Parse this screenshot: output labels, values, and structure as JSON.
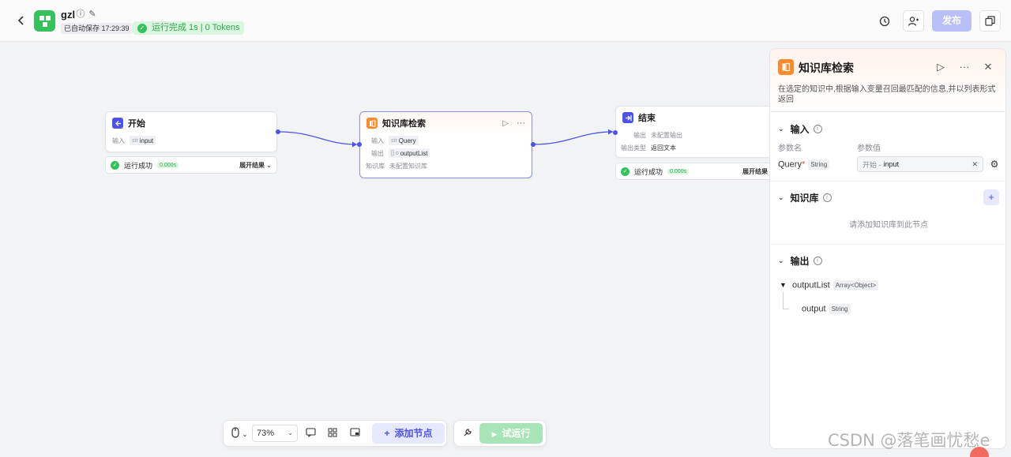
{
  "header": {
    "app_name": "gzl",
    "autosave": "已自动保存 17:29:39",
    "run_status": "运行完成 1s | 0 Tokens",
    "publish_label": "发布"
  },
  "nodes": {
    "start": {
      "title": "开始",
      "input_label": "输入",
      "input_type": "str",
      "input_name": "input",
      "status": "运行成功",
      "time": "0.000s",
      "expand": "展开结果"
    },
    "kb": {
      "title": "知识库检索",
      "input_label": "输入",
      "input_type": "str",
      "input_name": "Query",
      "output_label": "输出",
      "output_type": "[] o",
      "output_name": "outputList",
      "kb_label": "知识库",
      "kb_value": "未配置知识库"
    },
    "end": {
      "title": "结束",
      "output_label": "输出",
      "output_value": "未配置输出",
      "output_type_label": "输出类型",
      "output_type_value": "返回文本",
      "status": "运行成功",
      "time": "0.000s",
      "expand": "展开结果"
    }
  },
  "panel": {
    "title": "知识库检索",
    "description": "在选定的知识中,根据输入变量召回最匹配的信息,并以列表形式返回",
    "input_section": {
      "title": "输入",
      "col_name": "参数名",
      "col_value": "参数值",
      "param_name": "Query",
      "param_type": "String",
      "value_source": "开始 -",
      "value_name": "input"
    },
    "kb_section": {
      "title": "知识库",
      "empty_hint": "请添加知识库到此节点"
    },
    "output_section": {
      "title": "输出",
      "list_name": "outputList",
      "list_type": "Array<Object>",
      "child_name": "output",
      "child_type": "String"
    }
  },
  "toolbar": {
    "zoom": "73%",
    "add_node": "添加节点",
    "test_run": "试运行"
  },
  "watermark": "CSDN @落笔画忧愁e",
  "colors": {
    "accent": "#4d53e8",
    "success": "#35c25d",
    "kb_orange": "#ff8a2a"
  }
}
